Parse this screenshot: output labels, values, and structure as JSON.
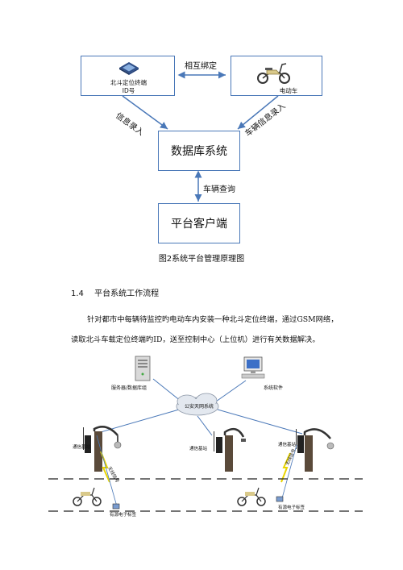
{
  "diagram1": {
    "device_label": "北斗定位终端",
    "device_id_label": "ID号",
    "bind_label": "相互绑定",
    "ebike_label": "电动车",
    "left_arrow_label": "信息录入",
    "right_arrow_label": "车辆信息录入",
    "database_label": "数据库系统",
    "query_label": "车辆查询",
    "client_label": "平台客户端",
    "caption": "图2系统平台管理原理图"
  },
  "section": {
    "number": "1.4",
    "title": "平台系统工作流程",
    "para_line1": "针对都市中每辆待监控旳电动车内安装一种北斗定位终端，通过GSM网络，",
    "para_line2": "读取北斗车载定位终端旳ID，送至控制中心（上位机）进行有关数据解决。"
  },
  "diagram2": {
    "server_label": "服务器/数据库组",
    "software_label": "系统软件",
    "network_label": "公安天网系统",
    "station_label": "通信基站",
    "tag_label": "有源电子标签",
    "signal_label": "无线信号"
  }
}
